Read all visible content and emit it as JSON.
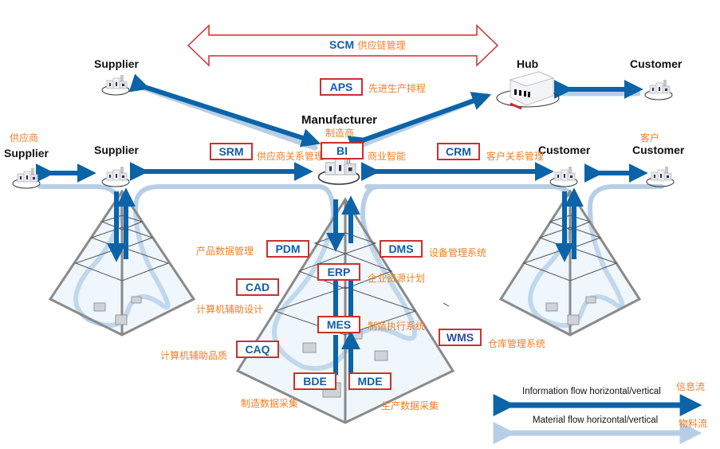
{
  "colors": {
    "info_flow": "#0b63a8",
    "material_flow": "#b7cfe6",
    "box_border": "#c9312f",
    "box_text": "#0f5ea8",
    "cn_text": "#f07e26",
    "pyramid_line": "#8a8a8a"
  },
  "scm": {
    "abbr": "SCM",
    "cn": "供应链管理"
  },
  "aps": {
    "abbr": "APS",
    "cn": "先进生产排程"
  },
  "nodes": {
    "supplier_top": "Supplier",
    "hub": "Hub",
    "customer_top": "Customer",
    "supplier_far": "Supplier",
    "supplier_far_cn": "供应商",
    "supplier_near": "Supplier",
    "manufacturer": "Manufacturer",
    "manufacturer_cn": "制造商",
    "customer_near": "Customer",
    "customer_far": "Customer",
    "customer_far_cn": "客户"
  },
  "systems": {
    "srm": {
      "abbr": "SRM",
      "cn": "供应商关系管理"
    },
    "bi": {
      "abbr": "BI",
      "cn": "商业智能"
    },
    "crm": {
      "abbr": "CRM",
      "cn": "客户关系管理"
    },
    "pdm": {
      "abbr": "PDM",
      "cn": "产品数据管理"
    },
    "dms": {
      "abbr": "DMS",
      "cn": "设备管理系统"
    },
    "erp": {
      "abbr": "ERP",
      "cn": "企业资源计划"
    },
    "cad": {
      "abbr": "CAD",
      "cn": "计算机辅助设计"
    },
    "mes": {
      "abbr": "MES",
      "cn": "制造执行系统"
    },
    "wms": {
      "abbr": "WMS",
      "cn": "仓库管理系统"
    },
    "caq": {
      "abbr": "CAQ",
      "cn": "计算机辅助品质"
    },
    "bde": {
      "abbr": "BDE",
      "cn": "制造数据采集"
    },
    "mde": {
      "abbr": "MDE",
      "cn": "生产数据采集"
    }
  },
  "legend": {
    "info": {
      "label": "Information flow horizontal/vertical",
      "cn": "信息流"
    },
    "material": {
      "label": "Material flow horizontal/vertical",
      "cn": "物料流"
    }
  }
}
